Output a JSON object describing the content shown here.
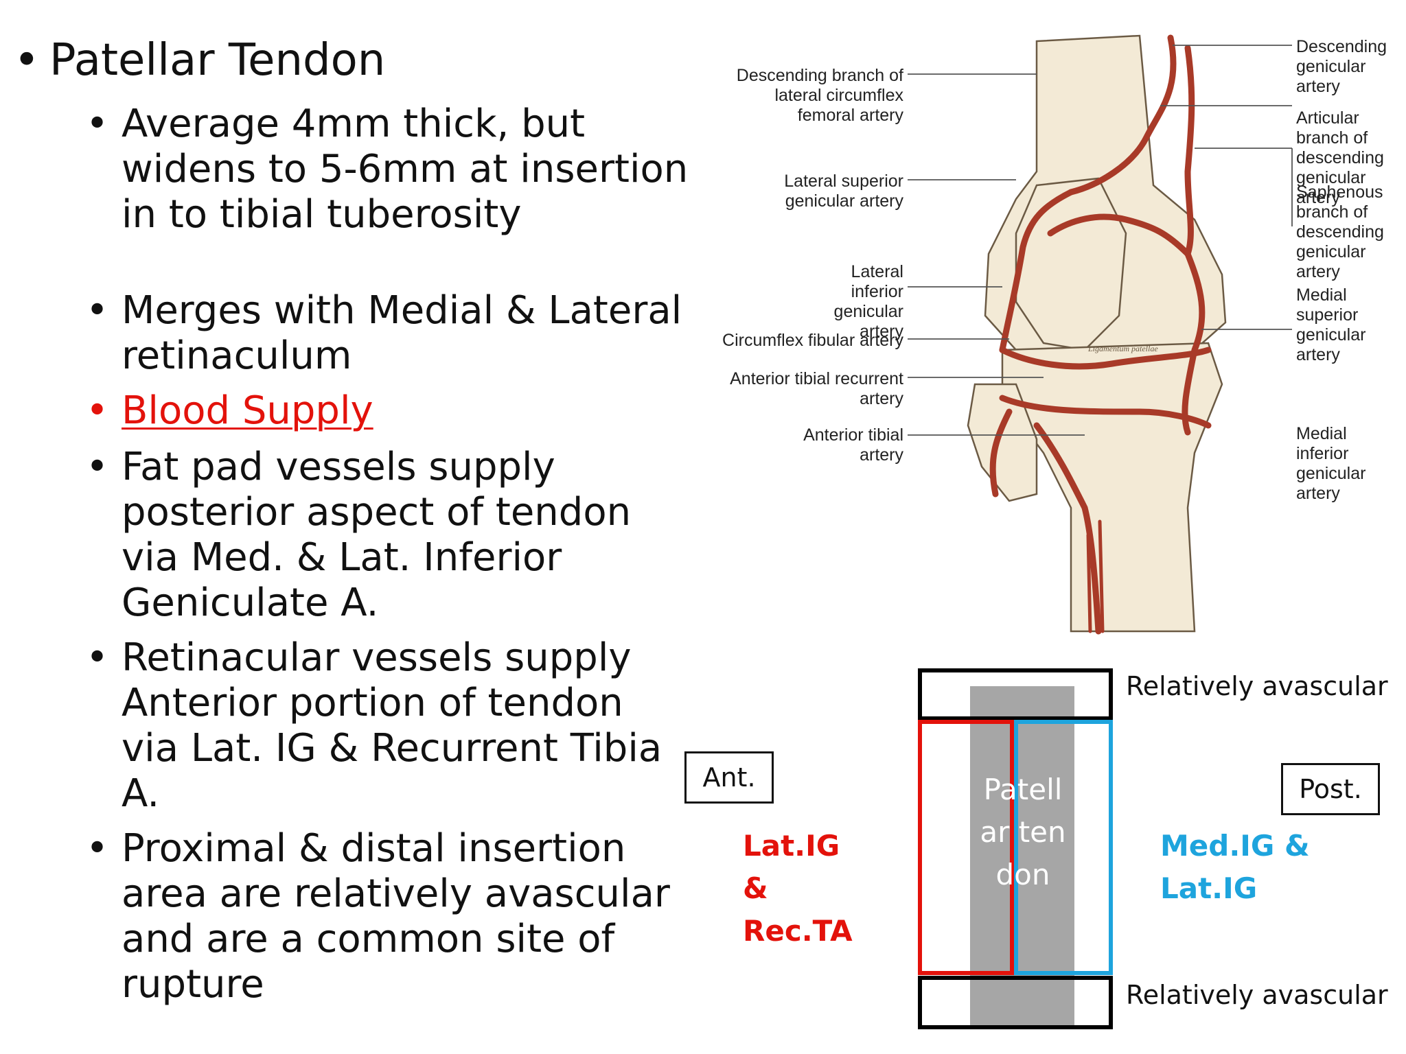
{
  "bullets": {
    "top": "Patellar Tendon",
    "items": [
      {
        "text": "Average 4mm thick, but widens to 5-6mm at insertion in to tibial tuberosity",
        "color": "#111111"
      },
      {
        "text": "Merges with Medial & Lateral retinaculum",
        "color": "#111111"
      },
      {
        "text": "Blood Supply",
        "color": "#e3120b"
      },
      {
        "text": "Fat pad vessels supply posterior aspect of tendon via Med. & Lat. Inferior Geniculate A.",
        "color": "#111111"
      },
      {
        "text": "Retinacular vessels supply Anterior portion of tendon via Lat. IG & Recurrent Tibia A.",
        "color": "#111111"
      },
      {
        "text": "Proximal & distal insertion area are relatively avascular and are a common site of rupture",
        "color": "#111111"
      }
    ]
  },
  "anatomy": {
    "labels_left": [
      "Descending branch of lateral circumflex femoral artery",
      "Lateral superior genicular artery",
      "Lateral inferior genicular artery",
      "Circumflex fibular artery",
      "Anterior tibial recurrent artery",
      "Anterior tibial artery"
    ],
    "labels_right": [
      "Descending genicular artery",
      "Articular branch of descending genicular artery",
      "Saphenous branch of descending genicular artery",
      "Medial superior genicular artery",
      "Medial inferior genicular artery"
    ],
    "ligament_text": "Ligamentum patellae",
    "artery_color": "#a83a28",
    "bone_color": "#f3ead6"
  },
  "schematic": {
    "ant_label": "Ant.",
    "post_label": "Post.",
    "top_note": "Relatively avascular",
    "bottom_note": "Relatively avascular",
    "left_label": "Lat.IG & Rec.TA",
    "right_label": "Med.IG & Lat.IG",
    "tendon_label": "Patellar tendon",
    "left_color": "#e3120b",
    "right_color": "#1ea4dd",
    "tendon_color": "#a6a6a6"
  }
}
